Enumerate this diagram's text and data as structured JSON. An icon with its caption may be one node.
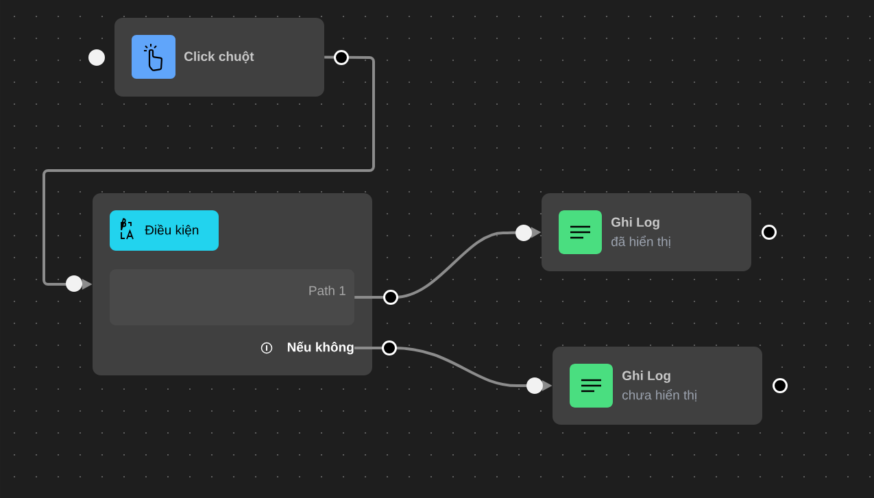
{
  "diagram": {
    "nodes": [
      {
        "text": [
          "Click chuột"
        ]
      },
      {
        "text": [],
        "shape": "box"
      },
      {
        "text": [
          "Điều kiện"
        ],
        "in": 1
      },
      {
        "text": [
          "Path 1"
        ],
        "in": 1
      },
      {
        "text": [
          "Nếu không"
        ],
        "in": 1
      },
      {
        "text": [
          "Ghi Log",
          "đã hiển thị"
        ]
      },
      {
        "text": [
          "Ghi Log",
          "chưa hiển thị"
        ]
      }
    ],
    "edges": [
      {
        "from": 0,
        "to": 1,
        "arrow": "to"
      },
      {
        "from": 3,
        "to": 5,
        "arrow": "to"
      },
      {
        "from": 4,
        "to": 6,
        "arrow": "to"
      }
    ]
  }
}
